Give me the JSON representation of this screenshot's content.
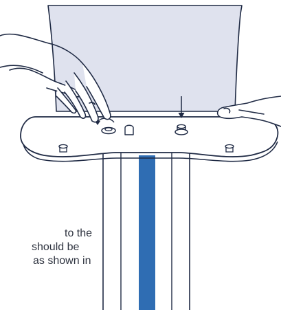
{
  "colors": {
    "outline": "#1f2a44",
    "panel": "#dfe2ee",
    "pole_stripe": "#2f6db3",
    "background": "#ffffff",
    "text": "#2f3440"
  },
  "icons": {
    "down_arrow": "arrow-down-icon",
    "rotate_arrow": "rotate-arrow-icon",
    "lock_symbol": "lock-icon"
  },
  "caption": {
    "lines": [
      "to the",
      "should be",
      "as shown in"
    ]
  }
}
